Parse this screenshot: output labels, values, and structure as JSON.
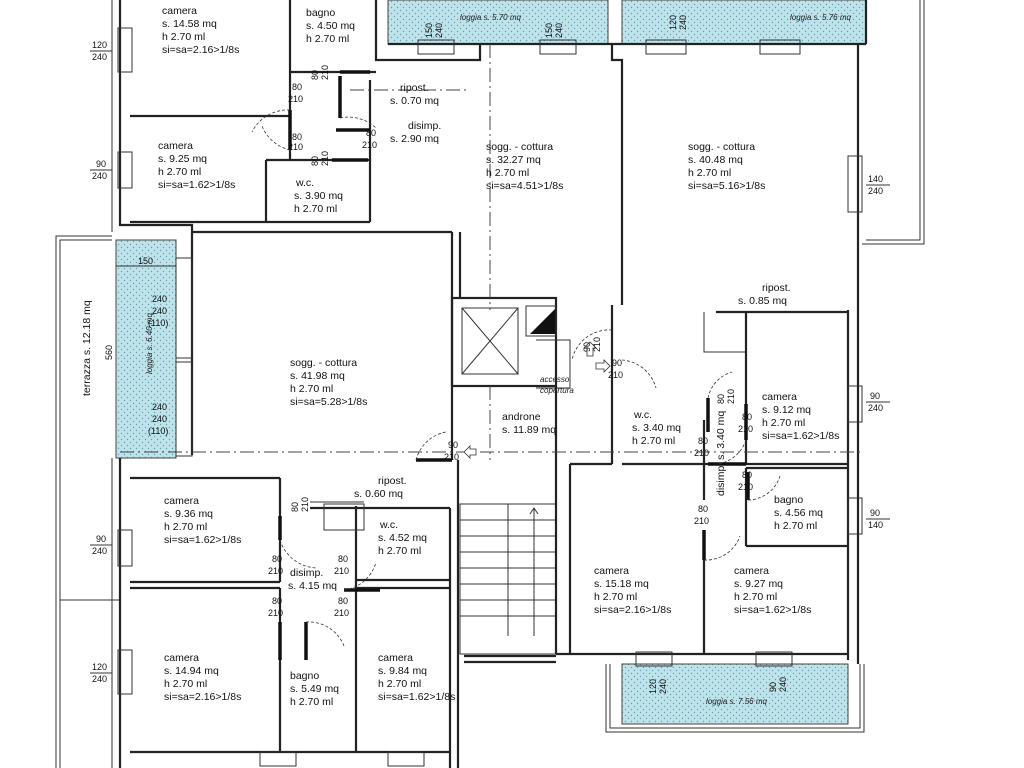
{
  "rooms": [
    {
      "id": "camera-tl",
      "lines": [
        "camera",
        "s. 14.58 mq",
        "h 2.70 ml",
        "si=sa=2.16>1/8s"
      ]
    },
    {
      "id": "bagno-top",
      "lines": [
        "bagno",
        "s. 4.50 mq",
        "h 2.70 ml"
      ]
    },
    {
      "id": "camera-l2",
      "lines": [
        "camera",
        "s. 9.25 mq",
        "h 2.70 ml",
        "si=sa=1.62>1/8s"
      ]
    },
    {
      "id": "wc-top",
      "lines": [
        "w.c.",
        "s. 3.90 mq",
        "h 2.70 ml"
      ]
    },
    {
      "id": "ripost-top",
      "lines": [
        "ripost.",
        "s. 0.70 mq"
      ]
    },
    {
      "id": "disimp-top",
      "lines": [
        "disimp.",
        "s. 2.90 mq"
      ]
    },
    {
      "id": "sogg-center",
      "lines": [
        "sogg. - cottura",
        "s. 32.27 mq",
        "h 2.70 ml",
        "si=sa=4.51>1/8s"
      ]
    },
    {
      "id": "sogg-right",
      "lines": [
        "sogg. - cottura",
        "s. 40.48 mq",
        "h 2.70 ml",
        "si=sa=5.16>1/8s"
      ]
    },
    {
      "id": "ripost-right",
      "lines": [
        "ripost.",
        "s. 0.85 mq"
      ]
    },
    {
      "id": "sogg-left",
      "lines": [
        "sogg. - cottura",
        "s. 41.98 mq",
        "h 2.70 ml",
        "si=sa=5.28>1/8s"
      ]
    },
    {
      "id": "camera-r1",
      "lines": [
        "camera",
        "s. 9.12 mq",
        "h 2.70 ml",
        "si=sa=1.62>1/8s"
      ]
    },
    {
      "id": "wc-mid",
      "lines": [
        "w.c.",
        "s. 3.40 mq",
        "h 2.70 ml"
      ]
    },
    {
      "id": "androne",
      "lines": [
        "androne",
        "s. 11.89 mq"
      ]
    },
    {
      "id": "bagno-r",
      "lines": [
        "bagno",
        "s. 4.56 mq",
        "h 2.70 ml"
      ]
    },
    {
      "id": "ripost-bl",
      "lines": [
        "ripost.",
        "s. 0.60 mq"
      ]
    },
    {
      "id": "camera-bl1",
      "lines": [
        "camera",
        "s. 9.36 mq",
        "h 2.70 ml",
        "si=sa=1.62>1/8s"
      ]
    },
    {
      "id": "wc-bl",
      "lines": [
        "w.c.",
        "s. 4.52 mq",
        "h 2.70 ml"
      ]
    },
    {
      "id": "disimp-bl",
      "lines": [
        "disimp.",
        "s. 4.15 mq"
      ]
    },
    {
      "id": "camera-bm",
      "lines": [
        "camera",
        "s. 15.18 mq",
        "h 2.70 ml",
        "si=sa=2.16>1/8s"
      ]
    },
    {
      "id": "camera-br",
      "lines": [
        "camera",
        "s. 9.27 mq",
        "h 2.70 ml",
        "si=sa=1.62>1/8s"
      ]
    },
    {
      "id": "camera-bl2",
      "lines": [
        "camera",
        "s. 14.94 mq",
        "h 2.70 ml",
        "si=sa=2.16>1/8s"
      ]
    },
    {
      "id": "bagno-bl",
      "lines": [
        "bagno",
        "s. 5.49 mq",
        "h 2.70 ml"
      ]
    },
    {
      "id": "camera-bc",
      "lines": [
        "camera",
        "s. 9.84 mq",
        "h 2.70 ml",
        "si=sa=1.62>1/8s"
      ]
    }
  ],
  "vertical_labels": {
    "terrazza": "terrazza   s. 12.18 mq",
    "disimp_right": "disimp.   s. 3.40 mq",
    "dim_560": "560"
  },
  "loggia_labels": {
    "loggia_top_left": "loggia   s. 5.70 mq",
    "loggia_top_right": "loggia   s. 5.76 mq",
    "loggia_left": "loggia   s. 6.40 mq",
    "loggia_bottom": "loggia   s. 7.56 mq"
  },
  "accesso": [
    "accesso",
    "copertura"
  ],
  "window_dims": [
    {
      "id": "w-l1",
      "a": "120",
      "b": "240"
    },
    {
      "id": "w-l2",
      "a": "90",
      "b": "240"
    },
    {
      "id": "w-l3",
      "a": "90",
      "b": "240"
    },
    {
      "id": "w-l4",
      "a": "120",
      "b": "240"
    },
    {
      "id": "w-r1",
      "a": "140",
      "b": "240"
    },
    {
      "id": "w-r2",
      "a": "90",
      "b": "240"
    },
    {
      "id": "w-r3",
      "a": "90",
      "b": "140"
    }
  ],
  "door_dims": [
    {
      "id": "d1",
      "a": "80",
      "b": "210"
    },
    {
      "id": "d2",
      "a": "80",
      "b": "210"
    },
    {
      "id": "d3",
      "a": "80",
      "b": "210"
    },
    {
      "id": "d4",
      "a": "80",
      "b": "210"
    },
    {
      "id": "d5",
      "a": "80",
      "b": "210"
    },
    {
      "id": "d6",
      "a": "90",
      "b": "210"
    },
    {
      "id": "d7",
      "a": "90",
      "b": "210"
    },
    {
      "id": "d8",
      "a": "90",
      "b": "210"
    },
    {
      "id": "d9",
      "a": "80",
      "b": "210"
    },
    {
      "id": "d10",
      "a": "80",
      "b": "210"
    },
    {
      "id": "d11",
      "a": "80",
      "b": "210"
    },
    {
      "id": "d12",
      "a": "80",
      "b": "210"
    },
    {
      "id": "d13",
      "a": "80",
      "b": "210"
    },
    {
      "id": "d14",
      "a": "80",
      "b": "210"
    },
    {
      "id": "d15",
      "a": "80",
      "b": "210"
    },
    {
      "id": "d16",
      "a": "80",
      "b": "210"
    },
    {
      "id": "d17",
      "a": "80",
      "b": "210"
    },
    {
      "id": "d18",
      "a": "80",
      "b": "210"
    }
  ],
  "loggia_window_dims": [
    {
      "id": "lw1",
      "a": "150",
      "b": "240"
    },
    {
      "id": "lw2",
      "a": "150",
      "b": "240"
    },
    {
      "id": "lw3",
      "a": "120",
      "b": "240"
    },
    {
      "id": "lw4",
      "a": "120",
      "b": "240"
    },
    {
      "id": "lw5",
      "a": "90",
      "b": "240"
    }
  ],
  "loggia_left_dims": {
    "top": "150",
    "g1": [
      "240",
      "240",
      "(110)"
    ],
    "g2": [
      "240",
      "240",
      "(110)"
    ]
  },
  "colors": {
    "loggia_fill": "#bfe3ea",
    "wall": "#222222"
  }
}
